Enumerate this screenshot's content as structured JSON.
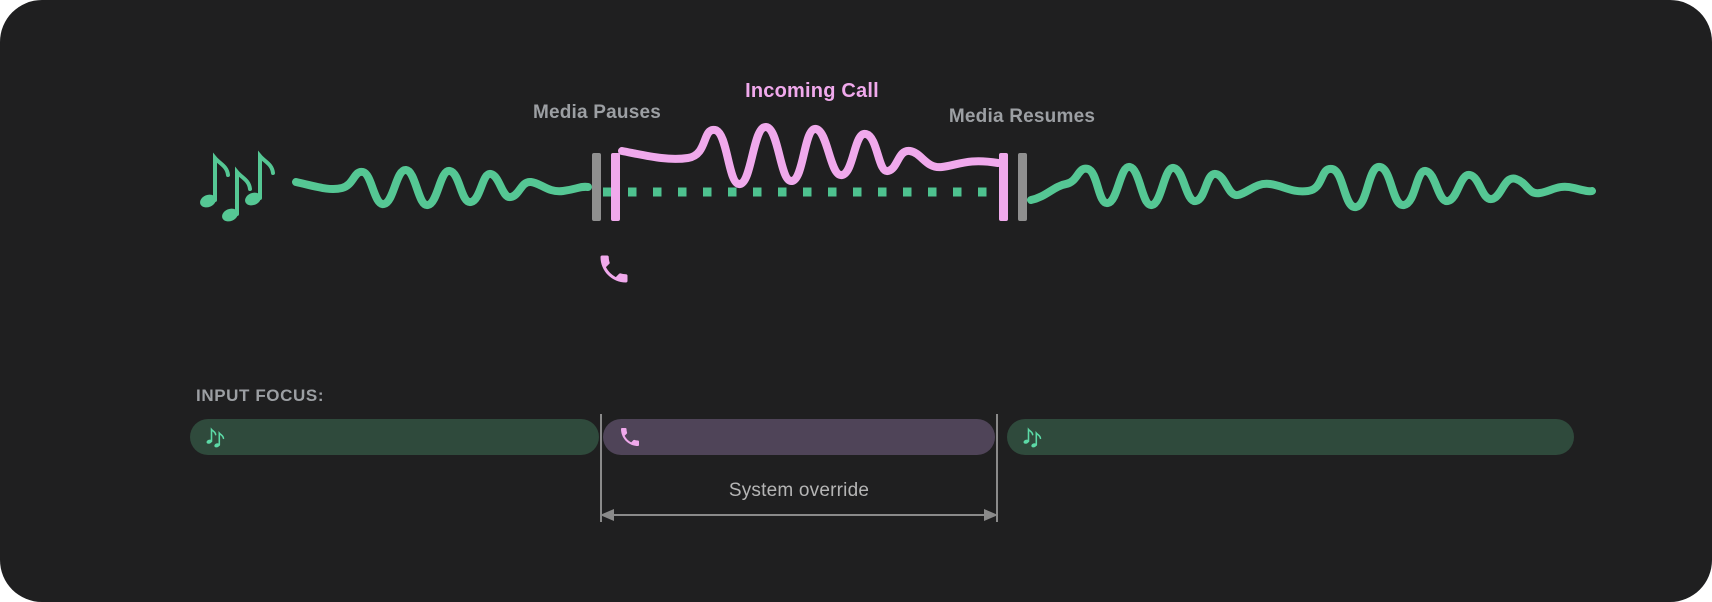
{
  "colors": {
    "bg": "#1f1f20",
    "green": "#55c794",
    "green_dot": "#4ec28f",
    "green_dark": "#2f4a3c",
    "note_green": "#5cd9a6",
    "pink": "#f0a9ec",
    "purple": "#4f4458",
    "gray_bar": "#8f8f8f",
    "text_gray": "#9c9fa3",
    "text_light": "#b5b5b5",
    "arrow": "#8a8a8a"
  },
  "timeline": {
    "media_pauses": "Media Pauses",
    "incoming_call": "Incoming Call",
    "media_resumes": "Media Resumes",
    "icons": {
      "media_source": "music-notes-icon",
      "call_source": "phone-icon"
    }
  },
  "input_focus": {
    "heading": "INPUT FOCUS:",
    "system_override": "System override",
    "segments": [
      {
        "name": "media-before-call",
        "type": "media",
        "icon": "music-notes-icon"
      },
      {
        "name": "call",
        "type": "call",
        "icon": "phone-icon"
      },
      {
        "name": "media-after-call",
        "type": "media",
        "icon": "music-notes-icon"
      }
    ]
  }
}
